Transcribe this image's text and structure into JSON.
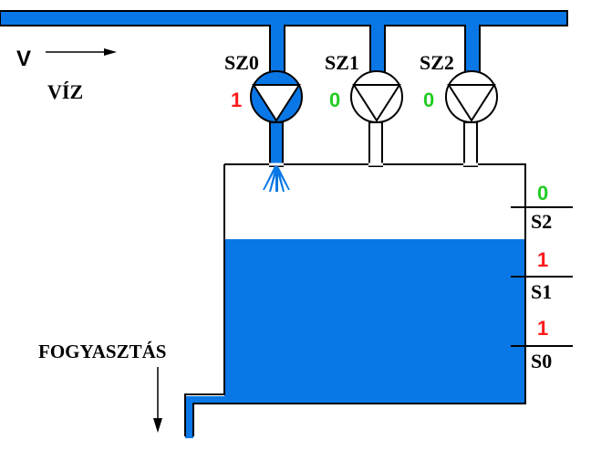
{
  "labels": {
    "flow_symbol": "V",
    "water": "VÍZ",
    "consumption": "FOGYASZTÁS"
  },
  "pumps": [
    {
      "name": "SZ0",
      "state": "1",
      "running": true
    },
    {
      "name": "SZ1",
      "state": "0",
      "running": false
    },
    {
      "name": "SZ2",
      "state": "0",
      "running": false
    }
  ],
  "sensors": [
    {
      "name": "S2",
      "state": "0"
    },
    {
      "name": "S1",
      "state": "1"
    },
    {
      "name": "S0",
      "state": "1"
    }
  ],
  "colors": {
    "water": "#0a77e6",
    "on": "#ff1a1a",
    "off": "#22cc22",
    "pipe_outline": "#000000"
  }
}
